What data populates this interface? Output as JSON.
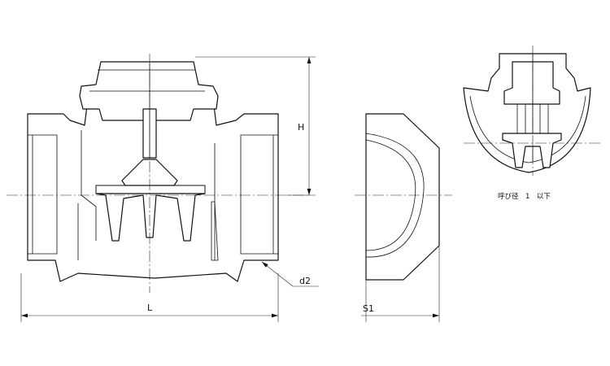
{
  "dimensions": {
    "height": "H",
    "length": "L",
    "thread_diameter": "d2",
    "width_across_flats": "S1"
  },
  "detail_view": {
    "note": "呼び径　1　以下"
  }
}
